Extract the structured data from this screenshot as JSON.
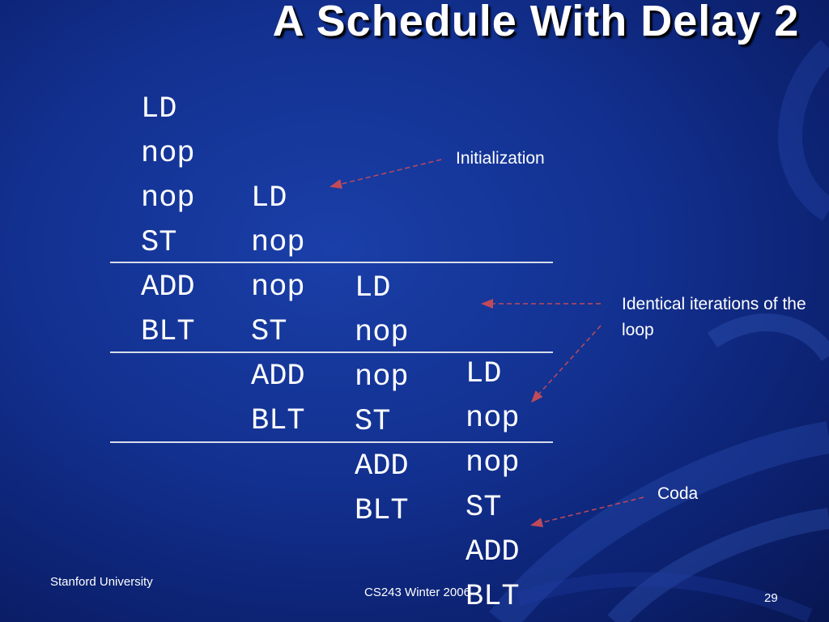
{
  "slide": {
    "title": "A Schedule With Delay 2",
    "columns": [
      [
        "LD",
        "nop",
        "nop",
        "ST",
        "ADD",
        "BLT"
      ],
      [
        "LD",
        "nop",
        "nop",
        "ST",
        "ADD",
        "BLT"
      ],
      [
        "LD",
        "nop",
        "nop",
        "ST",
        "ADD",
        "BLT"
      ],
      [
        "LD",
        "nop",
        "nop",
        "ST",
        "ADD",
        "BLT"
      ]
    ],
    "annotations": {
      "initialization": "Initialization",
      "identical": "Identical iterations of the loop",
      "coda": "Coda"
    },
    "footer": {
      "left": "Stanford University",
      "center": "CS243 Winter 2006",
      "page": "29"
    },
    "colors": {
      "background": "#12308f",
      "text": "#ffffff",
      "arrow": "#c04a5a",
      "rule": "#d6dcea"
    }
  }
}
